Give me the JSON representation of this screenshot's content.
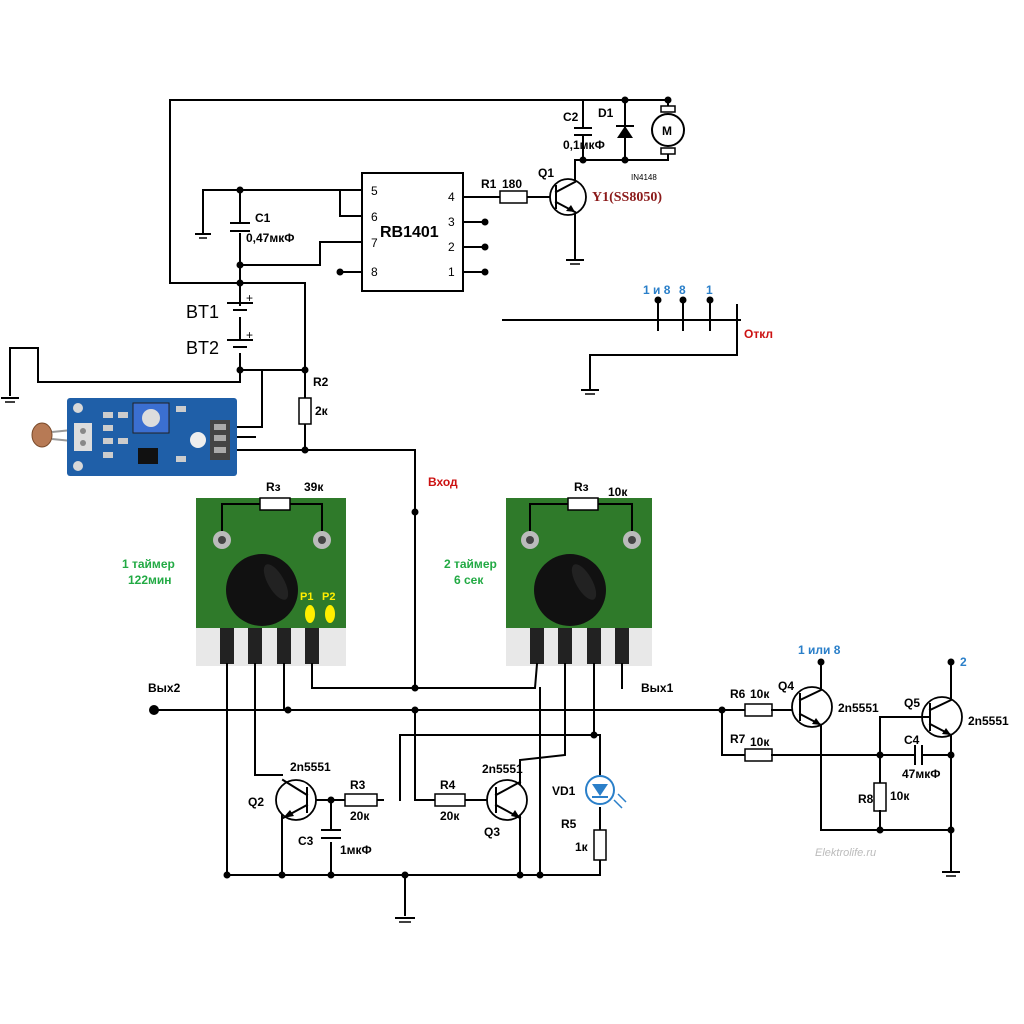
{
  "ic": {
    "name": "RB1401",
    "pins_left": [
      "5",
      "6",
      "7",
      "8"
    ],
    "pins_right": [
      "4",
      "3",
      "2",
      "1"
    ]
  },
  "components": {
    "r1": {
      "ref": "R1",
      "value": "180"
    },
    "r2": {
      "ref": "R2",
      "value": "2к"
    },
    "r3": {
      "ref": "R3",
      "value": "20к"
    },
    "r4": {
      "ref": "R4",
      "value": "20к"
    },
    "r5": {
      "ref": "R5",
      "value": "1к"
    },
    "r6": {
      "ref": "R6",
      "value": "10к"
    },
    "r7": {
      "ref": "R7",
      "value": "10к"
    },
    "r8": {
      "ref": "R8",
      "value": "10к"
    },
    "c1": {
      "ref": "C1",
      "value": "0,47мкФ"
    },
    "c2": {
      "ref": "C2",
      "value": "0,1мкФ"
    },
    "c3": {
      "ref": "C3",
      "value": "1мкФ"
    },
    "c4": {
      "ref": "C4",
      "value": "47мкФ"
    },
    "d1": {
      "ref": "D1",
      "part": "IN4148"
    },
    "q1": {
      "ref": "Q1",
      "part": "Y1(SS8050)"
    },
    "q2": {
      "ref": "Q2",
      "part": "2n5551"
    },
    "q3": {
      "ref": "Q3",
      "part": "2n5551"
    },
    "q4": {
      "ref": "Q4",
      "part": "2n5551"
    },
    "q5": {
      "ref": "Q5",
      "part": "2n5551"
    },
    "vd1": {
      "ref": "VD1"
    },
    "bt1": {
      "ref": "BT1"
    },
    "bt2": {
      "ref": "BT2"
    },
    "motor": {
      "symbol": "M"
    }
  },
  "timers": {
    "t1": {
      "title": "1 таймер",
      "time": "122мин",
      "rz_label": "Rз",
      "rz_value": "39к",
      "p1": "P1",
      "p2": "P2"
    },
    "t2": {
      "title": "2 таймер",
      "time": "6 сек",
      "rz_label": "Rз",
      "rz_value": "10к"
    }
  },
  "signals": {
    "vhod": "Вход",
    "vyh1": "Вых1",
    "vyh2": "Вых2",
    "otkl": "Откл",
    "sw_1i8": "1 и 8",
    "sw_8": "8",
    "sw_1": "1",
    "q4_pin": "1 или 8",
    "q5_pin": "2"
  },
  "watermark": "Elektrolife.ru",
  "colors": {
    "red": "#cc1111",
    "blue": "#2a7fc9",
    "green": "#22aa44",
    "pcb_green": "#2f7a2a",
    "sensor_blue": "#1f5fa8"
  }
}
